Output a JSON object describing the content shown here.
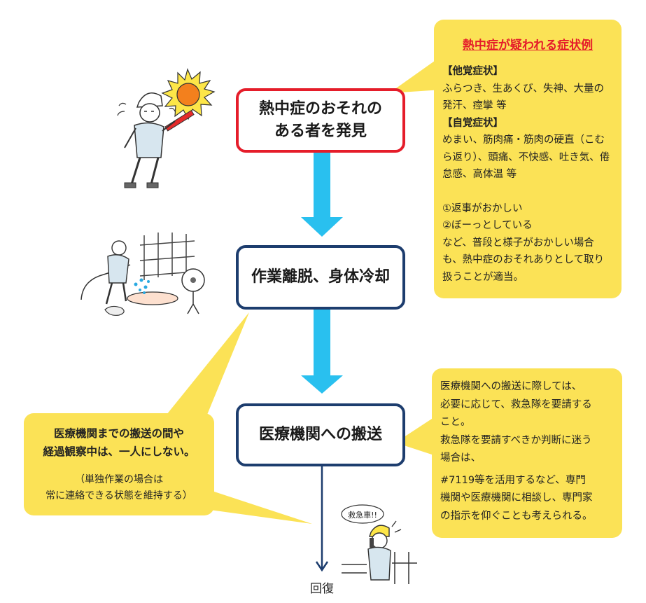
{
  "flow": {
    "step1": {
      "line1": "熱中症のおそれの",
      "line2": "ある者を発見"
    },
    "step2": {
      "label": "作業離脱、身体冷却"
    },
    "step3": {
      "label": "医療機関への搬送"
    },
    "end": {
      "label": "回復"
    }
  },
  "symptoms": {
    "title": "熱中症が疑われる症状例",
    "other_heading": "【他覚症状】",
    "other_lines": [
      "ふらつき、生あくび、失神、大量の",
      "発汗、痙攣 等"
    ],
    "self_heading": "【自覚症状】",
    "self_lines": [
      "めまい、筋肉痛・筋肉の硬直（こむ",
      "ら返り）、頭痛、不快感、吐き気、倦",
      "怠感、高体温 等"
    ],
    "signs": [
      "①返事がおかしい",
      "②ぼーっとしている"
    ],
    "note_lines": [
      "など、普段と様子がおかしい場合",
      "も、熱中症のおそれありとして取り",
      "扱うことが適当。"
    ]
  },
  "transport_note": {
    "lines": [
      "医療機関への搬送に際しては、",
      "必要に応じて、救急隊を要請する",
      "こと。",
      "救急隊を要請すべきか判断に迷う",
      "場合は、",
      "#7119等を活用するなど、専門",
      "機関や医療機関に相談し、専門家",
      "の指示を仰ぐことも考えられる。"
    ]
  },
  "watch_note": {
    "line1": "医療機関までの搬送の間や",
    "line2": "経過観察中は、一人にしない。",
    "sub1": "（単独作業の場合は",
    "sub2": "常に連絡できる状態を維持する）"
  },
  "illustration": {
    "speech": "救急車!!"
  },
  "colors": {
    "arrow": "#29c0ef",
    "bubble": "#fbe256",
    "box_red": "#e51d2a",
    "box_navy": "#1d3d6e",
    "title_red": "#e51d2a"
  }
}
